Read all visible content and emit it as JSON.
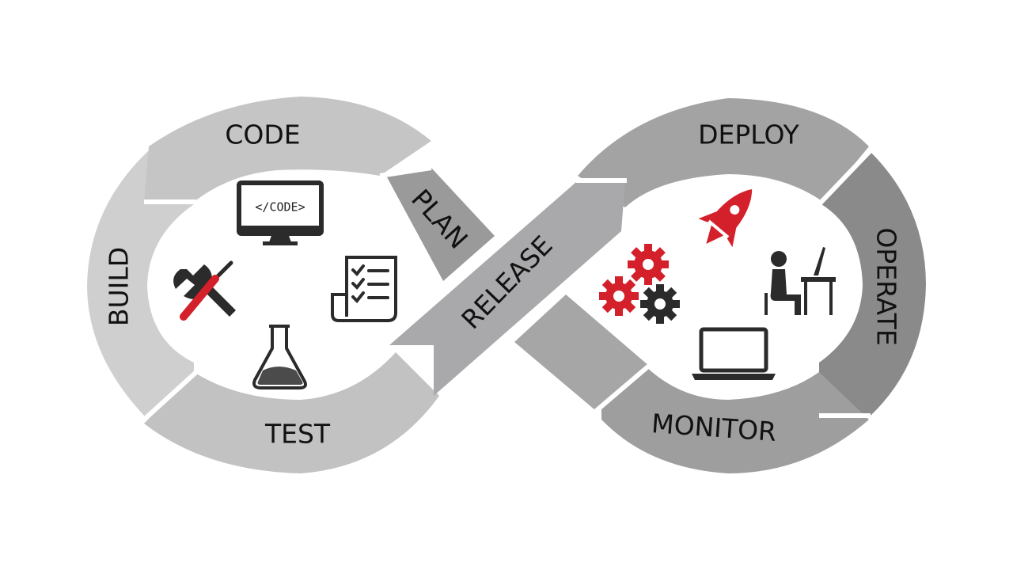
{
  "stages": {
    "code": "CODE",
    "build": "BUILD",
    "test": "TEST",
    "plan": "PLAN",
    "release": "RELEASE",
    "deploy": "DEPLOY",
    "operate": "OPERATE",
    "monitor": "MONITOR"
  },
  "icons": {
    "monitor_text": "</CODE>",
    "code": "code-monitor-icon",
    "build": "wrench-screwdriver-icon",
    "test": "flask-icon",
    "plan": "checklist-icon",
    "deploy": "rocket-icon",
    "configure": "gears-icon",
    "operate": "person-at-desk-icon",
    "monitor": "laptop-icon"
  },
  "colors": {
    "left_loop_light": "#cfcfcf",
    "left_loop_mid": "#bdbdbd",
    "plan_band": "#9a9a9a",
    "release_band": "#a9a9ab",
    "right_loop_top": "#a3a3a3",
    "right_loop_side": "#8a8a8a",
    "right_loop_bottom": "#9e9e9e",
    "icon_dark": "#2b2b2b",
    "icon_red": "#d4202a"
  }
}
